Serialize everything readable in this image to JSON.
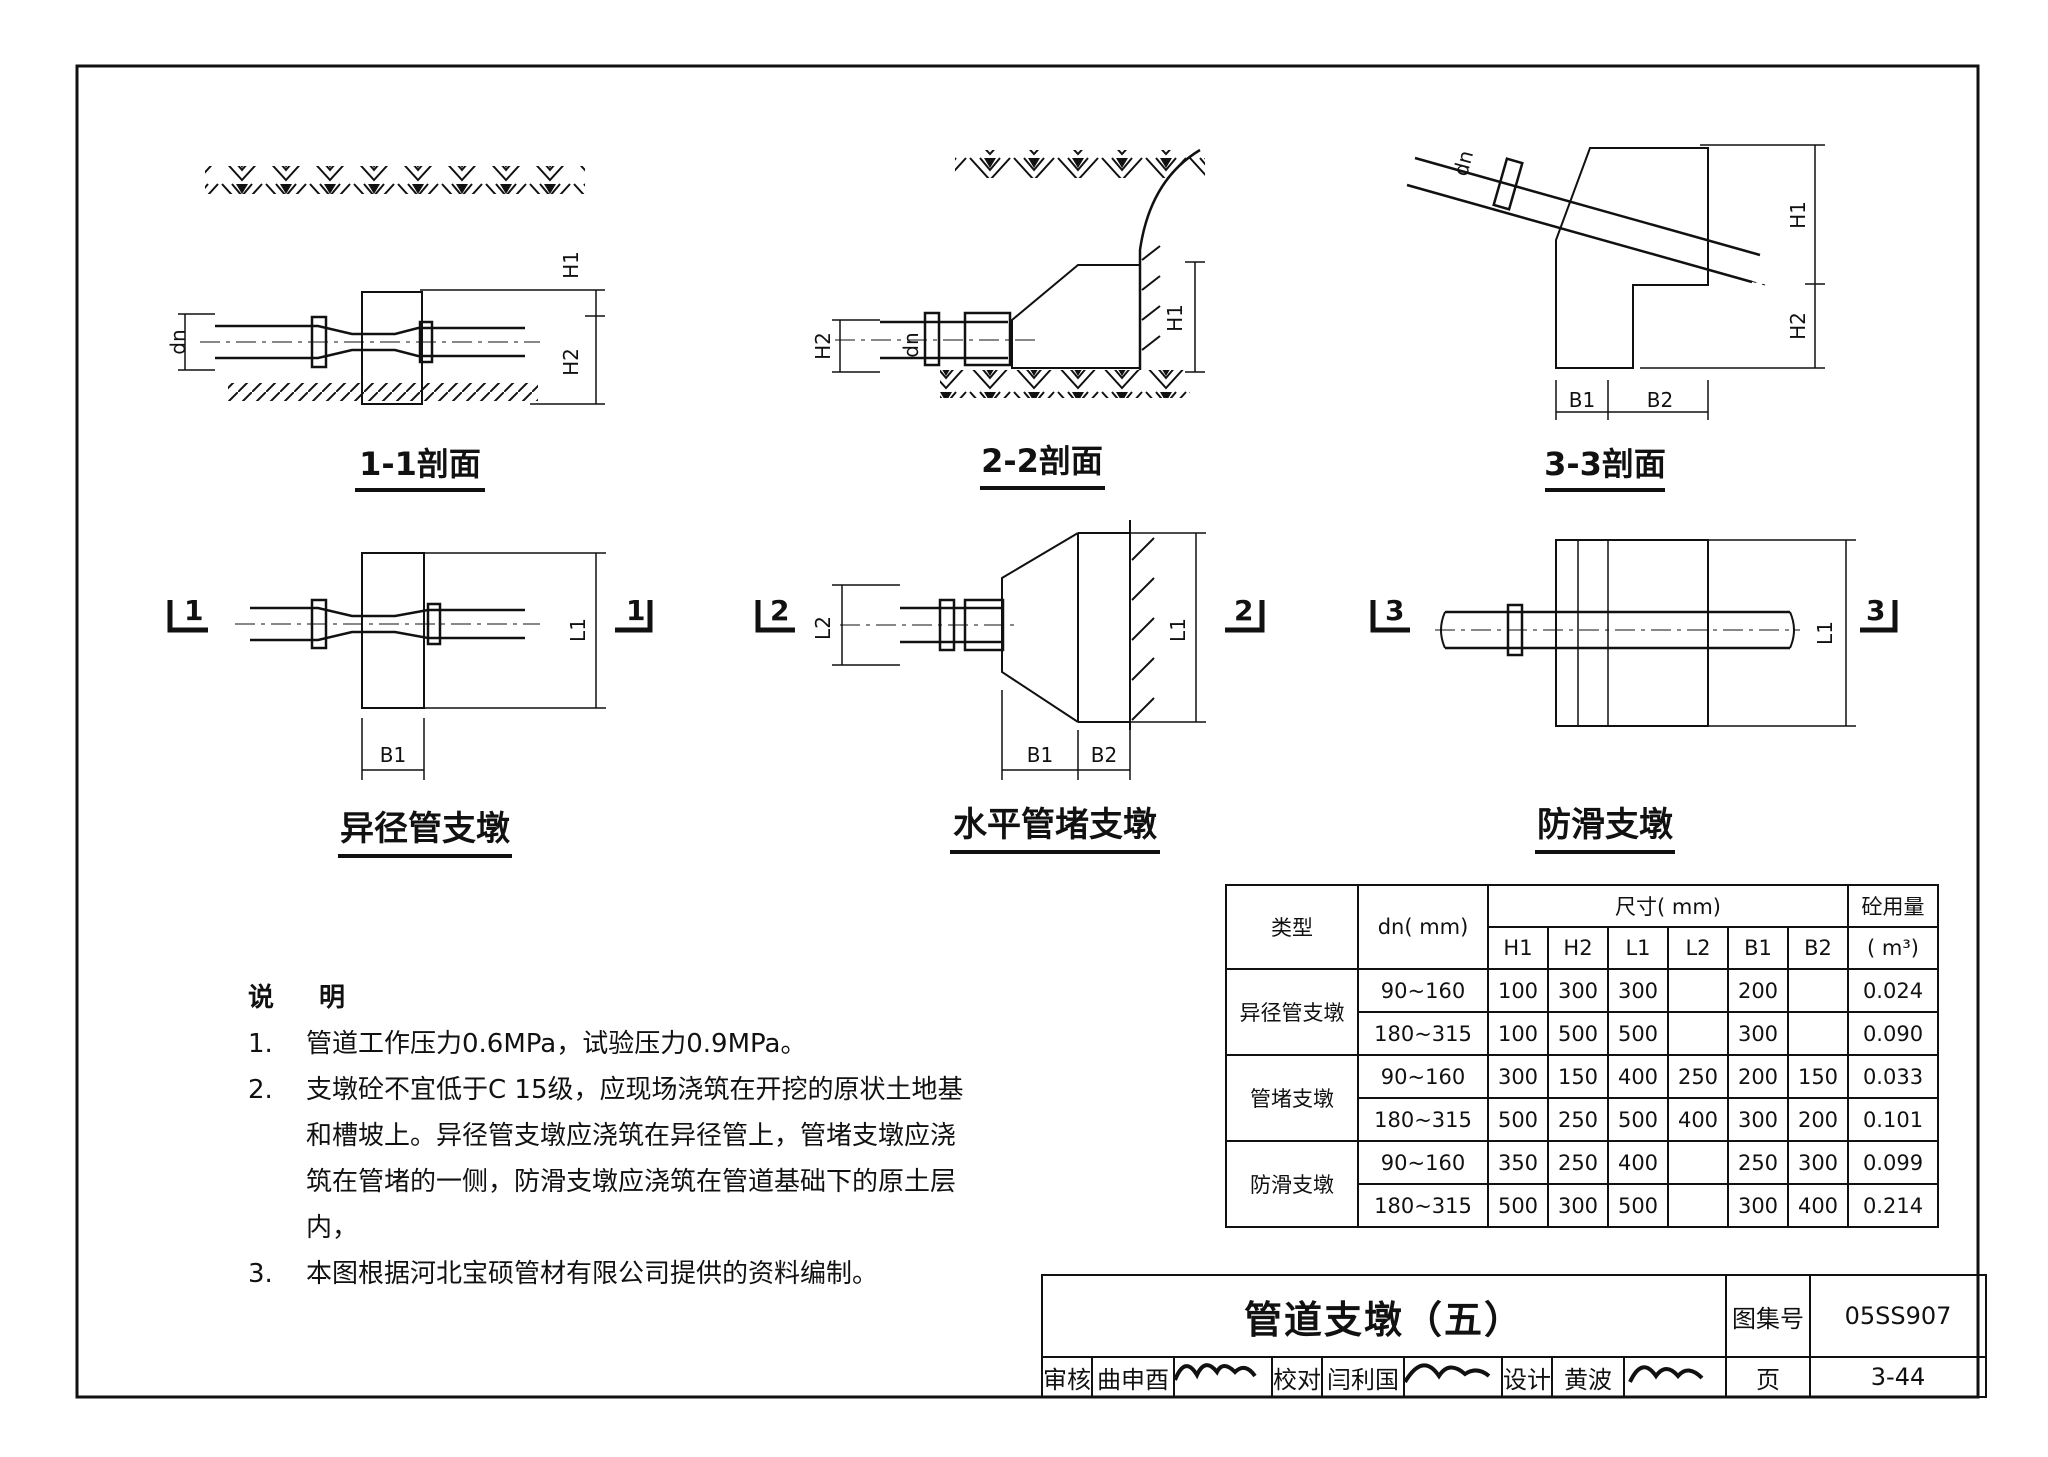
{
  "views": {
    "s11": "1-1剖面",
    "s22": "2-2剖面",
    "s33": "3-3剖面",
    "p1": "异径管支墩",
    "p2": "水平管堵支墩",
    "p3": "防滑支墩"
  },
  "dims": {
    "dn": "dn",
    "H1": "H1",
    "H2": "H2",
    "L1": "L1",
    "L2": "L2",
    "B1": "B1",
    "B2": "B2"
  },
  "markers": {
    "m1": "1",
    "m2": "2",
    "m3": "3"
  },
  "notes": {
    "title": "说 明",
    "items": [
      {
        "no": "1.",
        "text": "管道工作压力0.6MPa，试验压力0.9MPa。"
      },
      {
        "no": "2.",
        "text": "支墩砼不宜低于C 15级，应现场浇筑在开挖的原状土地基和槽坡上。异径管支墩应浇筑在异径管上，管堵支墩应浇筑在管堵的一侧，防滑支墩应浇筑在管道基础下的原土层内，"
      },
      {
        "no": "3.",
        "text": "本图根据河北宝硕管材有限公司提供的资料编制。"
      }
    ]
  },
  "table": {
    "h_type": "类型",
    "h_dn": "dn( mm)",
    "h_size": "尺寸( mm)",
    "h_conc": "砼用量",
    "h_conc_unit": "( m³)",
    "cols": [
      "H1",
      "H2",
      "L1",
      "L2",
      "B1",
      "B2"
    ],
    "groups": [
      {
        "type": "异径管支墩",
        "rows": [
          {
            "dn": "90~160",
            "v": [
              "100",
              "300",
              "300",
              "",
              "200",
              ""
            ],
            "c": "0.024"
          },
          {
            "dn": "180~315",
            "v": [
              "100",
              "500",
              "500",
              "",
              "300",
              ""
            ],
            "c": "0.090"
          }
        ]
      },
      {
        "type": "管堵支墩",
        "rows": [
          {
            "dn": "90~160",
            "v": [
              "300",
              "150",
              "400",
              "250",
              "200",
              "150"
            ],
            "c": "0.033"
          },
          {
            "dn": "180~315",
            "v": [
              "500",
              "250",
              "500",
              "400",
              "300",
              "200"
            ],
            "c": "0.101"
          }
        ]
      },
      {
        "type": "防滑支墩",
        "rows": [
          {
            "dn": "90~160",
            "v": [
              "350",
              "250",
              "400",
              "",
              "250",
              "300"
            ],
            "c": "0.099"
          },
          {
            "dn": "180~315",
            "v": [
              "500",
              "300",
              "500",
              "",
              "300",
              "400"
            ],
            "c": "0.214"
          }
        ]
      }
    ]
  },
  "titleblock": {
    "title": "管道支墩（五）",
    "atlas_label": "图集号",
    "atlas_no": "05SS907",
    "page_label": "页",
    "page_no": "3-44",
    "review_label": "审核",
    "reviewer": "曲申酉",
    "check_label": "校对",
    "checker": "闫利国",
    "design_label": "设计",
    "designer": "黄波"
  }
}
